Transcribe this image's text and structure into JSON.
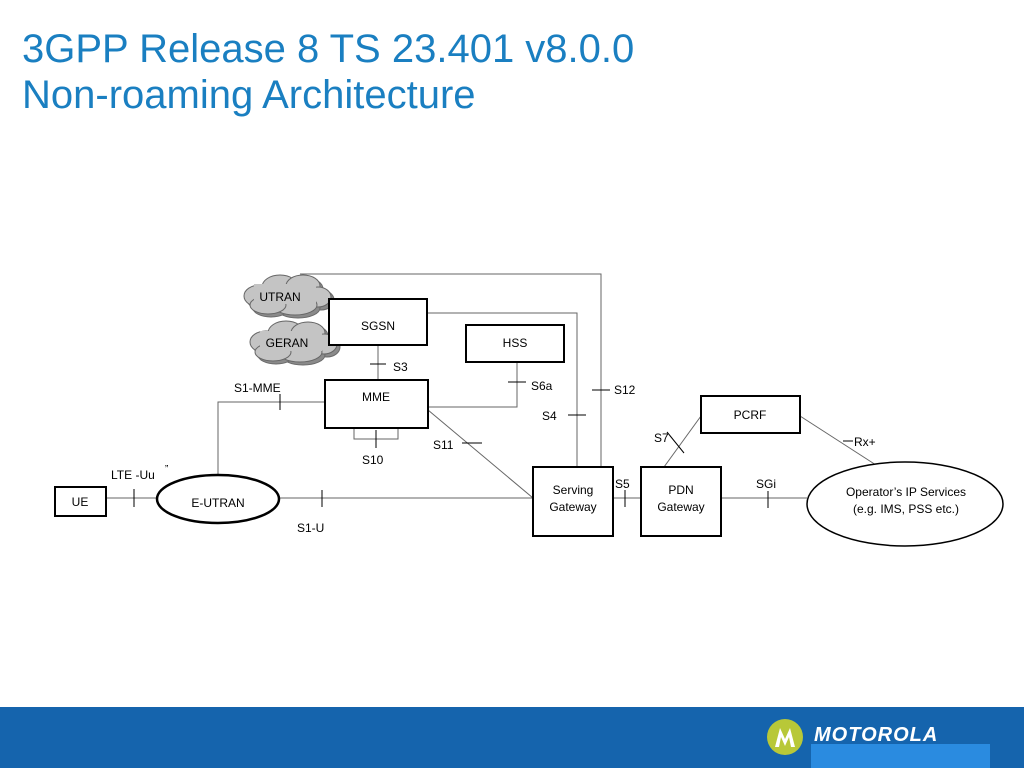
{
  "slide": {
    "title_line1": "3GPP Release 8 TS 23.401 v8.0.0",
    "title_line2": "Non-roaming Architecture",
    "title_color": "#1a7fc1"
  },
  "diagram": {
    "nodes": {
      "utran": "UTRAN",
      "geran": "GERAN",
      "sgsn": "SGSN",
      "hss": "HSS",
      "mme": "MME",
      "pcrf": "PCRF",
      "ue": "UE",
      "eutran": "E-UTRAN",
      "serving_gw_line1": "Serving",
      "serving_gw_line2": "Gateway",
      "pdn_gw_line1": "PDN",
      "pdn_gw_line2": "Gateway",
      "operator_line1": "Operator’s IP Services",
      "operator_line2": "(e.g. IMS, PSS etc.)"
    },
    "interfaces": {
      "s3": "S3",
      "s6a": "S6a",
      "s12": "S12",
      "s1_mme": "S1-MME",
      "s4": "S4",
      "s10": "S10",
      "s11": "S11",
      "s7": "S7",
      "rx_plus": "Rx+",
      "lte_uu": "LTE -Uu",
      "lte_uu_mark": "”",
      "s5": "S5",
      "sgi": "SGi",
      "s1_u": "S1-U"
    }
  },
  "footer": {
    "brand": "MOTOROLA",
    "bar_color": "#1564ad",
    "logo_color": "#b8c838"
  }
}
